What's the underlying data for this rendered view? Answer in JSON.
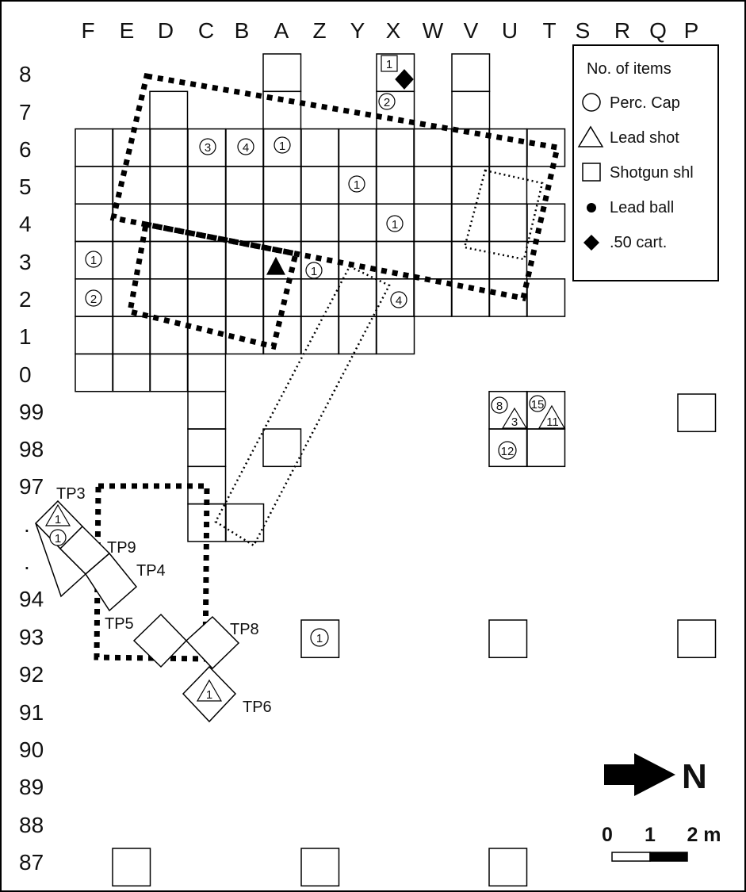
{
  "columns": [
    "F",
    "E",
    "D",
    "C",
    "B",
    "A",
    "Z",
    "Y",
    "X",
    "W",
    "V",
    "U",
    "T",
    "S",
    "R",
    "Q",
    "P"
  ],
  "rows": [
    "8",
    "7",
    "6",
    "5",
    "4",
    "3",
    "2",
    "1",
    "0",
    "99",
    "98",
    "97",
    ".",
    ".",
    "94",
    "93",
    "92",
    "91",
    "90",
    "89",
    "88",
    "87"
  ],
  "legend": {
    "title": "No. of items",
    "perc_cap": "Perc. Cap",
    "lead_shot": "Lead shot",
    "shotgun_shell": "Shotgun shl",
    "lead_ball": "Lead ball",
    "cart50": ".50 cart."
  },
  "test_pits": {
    "tp3": "TP3",
    "tp9": "TP9",
    "tp4": "TP4",
    "tp5": "TP5",
    "tp8": "TP8",
    "tp6": "TP6"
  },
  "counts": {
    "x8_shell": "1",
    "x7_cap": "2",
    "c6_cap": "3",
    "b6_cap": "4",
    "a6_cap": "1",
    "y5_cap": "1",
    "x4_cap": "1",
    "f3_cap": "1",
    "z3_cap": "1",
    "f2_cap": "2",
    "x2_cap": "4",
    "u99_cap": "8",
    "u99_shot": "3",
    "t99_cap": "15",
    "t99_shot": "11",
    "u98_cap": "12",
    "tp3_shot": "1",
    "tp3_cap": "1",
    "tp6_shot": "1",
    "z93_cap": "1"
  },
  "north": {
    "label": "N"
  },
  "scale": {
    "zero": "0",
    "one": "1",
    "two": "2 m"
  }
}
